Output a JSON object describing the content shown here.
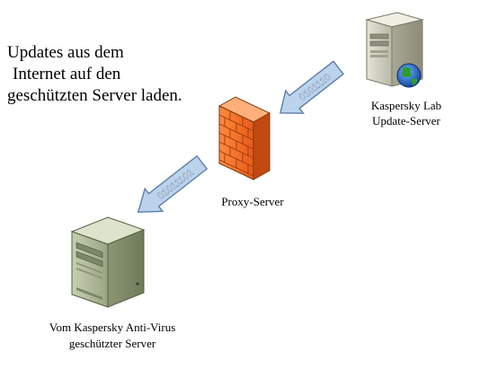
{
  "title": {
    "lines": [
      "Updates aus dem",
      "Internet auf den",
      "geschützten Server laden."
    ]
  },
  "nodes": {
    "update_server": {
      "label_lines": [
        "Kaspersky Lab",
        "Update-Server"
      ],
      "icon": "server-with-globe-icon"
    },
    "proxy": {
      "label_lines": [
        "Proxy-Server"
      ],
      "icon": "firewall-brick-wall-icon"
    },
    "protected_server": {
      "label_lines": [
        "Vom Kaspersky Anti-Virus",
        "geschützter Server"
      ],
      "icon": "server-tower-icon"
    }
  },
  "arrows": {
    "upper": {
      "bits": "0101110"
    },
    "lower": {
      "bits": "01011101"
    }
  },
  "colors": {
    "arrow_fill": "#bcd3ec",
    "arrow_stroke": "#5b7fa8",
    "firewall_orange": "#f26b1d",
    "server_body": "#c9c8b8",
    "protected_server_body": "#9ca884"
  }
}
